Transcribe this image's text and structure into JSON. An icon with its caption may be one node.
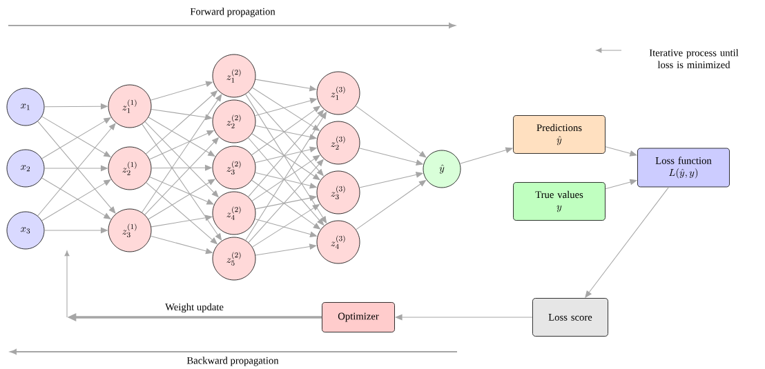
{
  "diagram": {
    "nodes": [
      {
        "text": [
          "x_1"
        ]
      },
      {
        "text": [
          "x_2"
        ]
      },
      {
        "text": [
          "x_3"
        ]
      },
      {
        "text": [
          "z_1^{(1)}"
        ]
      },
      {
        "text": [
          "z_2^{(1)}"
        ]
      },
      {
        "text": [
          "z_3^{(1)}"
        ]
      },
      {
        "text": [
          "z_1^{(2)}"
        ]
      },
      {
        "text": [
          "z_2^{(2)}"
        ]
      },
      {
        "text": [
          "z_3^{(2)}"
        ]
      },
      {
        "text": [
          "z_4^{(2)}"
        ]
      },
      {
        "text": [
          "z_5^{(2)}"
        ]
      },
      {
        "text": [
          "z_1^{(3)}"
        ]
      },
      {
        "text": [
          "z_2^{(3)}"
        ]
      },
      {
        "text": [
          "z_3^{(3)}"
        ]
      },
      {
        "text": [
          "z_4^{(3)}"
        ]
      },
      {
        "text": [
          "\\hat{y}"
        ]
      },
      {
        "text": [
          "Predictions",
          "\\hat{y}"
        ]
      },
      {
        "text": [
          "True values",
          "y"
        ]
      },
      {
        "text": [
          "Loss function",
          "L(\\hat{y}, y)"
        ]
      },
      {
        "text": [
          "Loss score"
        ]
      },
      {
        "text": [
          "Optimizer"
        ]
      }
    ],
    "edges": [
      {
        "from": 0,
        "to": 3,
        "arrow": "to"
      },
      {
        "from": 0,
        "to": 4,
        "arrow": "to"
      },
      {
        "from": 0,
        "to": 5,
        "arrow": "to"
      },
      {
        "from": 1,
        "to": 3,
        "arrow": "to"
      },
      {
        "from": 1,
        "to": 4,
        "arrow": "to"
      },
      {
        "from": 1,
        "to": 5,
        "arrow": "to"
      },
      {
        "from": 2,
        "to": 3,
        "arrow": "to"
      },
      {
        "from": 2,
        "to": 4,
        "arrow": "to"
      },
      {
        "from": 2,
        "to": 5,
        "arrow": "to"
      },
      {
        "from": 3,
        "to": 6,
        "arrow": "to"
      },
      {
        "from": 3,
        "to": 7,
        "arrow": "to"
      },
      {
        "from": 3,
        "to": 8,
        "arrow": "to"
      },
      {
        "from": 3,
        "to": 9,
        "arrow": "to"
      },
      {
        "from": 3,
        "to": 10,
        "arrow": "to"
      },
      {
        "from": 4,
        "to": 6,
        "arrow": "to"
      },
      {
        "from": 4,
        "to": 7,
        "arrow": "to"
      },
      {
        "from": 4,
        "to": 8,
        "arrow": "to"
      },
      {
        "from": 4,
        "to": 9,
        "arrow": "to"
      },
      {
        "from": 4,
        "to": 10,
        "arrow": "to"
      },
      {
        "from": 5,
        "to": 6,
        "arrow": "to"
      },
      {
        "from": 5,
        "to": 7,
        "arrow": "to"
      },
      {
        "from": 5,
        "to": 8,
        "arrow": "to"
      },
      {
        "from": 5,
        "to": 9,
        "arrow": "to"
      },
      {
        "from": 5,
        "to": 10,
        "arrow": "to"
      },
      {
        "from": 6,
        "to": 11,
        "arrow": "to"
      },
      {
        "from": 6,
        "to": 12,
        "arrow": "to"
      },
      {
        "from": 6,
        "to": 13,
        "arrow": "to"
      },
      {
        "from": 6,
        "to": 14,
        "arrow": "to"
      },
      {
        "from": 7,
        "to": 11,
        "arrow": "to"
      },
      {
        "from": 7,
        "to": 12,
        "arrow": "to"
      },
      {
        "from": 7,
        "to": 13,
        "arrow": "to"
      },
      {
        "from": 7,
        "to": 14,
        "arrow": "to"
      },
      {
        "from": 8,
        "to": 11,
        "arrow": "to"
      },
      {
        "from": 8,
        "to": 12,
        "arrow": "to"
      },
      {
        "from": 8,
        "to": 13,
        "arrow": "to"
      },
      {
        "from": 8,
        "to": 14,
        "arrow": "to"
      },
      {
        "from": 9,
        "to": 11,
        "arrow": "to"
      },
      {
        "from": 9,
        "to": 12,
        "arrow": "to"
      },
      {
        "from": 9,
        "to": 13,
        "arrow": "to"
      },
      {
        "from": 9,
        "to": 14,
        "arrow": "to"
      },
      {
        "from": 10,
        "to": 11,
        "arrow": "to"
      },
      {
        "from": 10,
        "to": 12,
        "arrow": "to"
      },
      {
        "from": 10,
        "to": 13,
        "arrow": "to"
      },
      {
        "from": 10,
        "to": 14,
        "arrow": "to"
      },
      {
        "from": 11,
        "to": 15,
        "arrow": "to"
      },
      {
        "from": 12,
        "to": 15,
        "arrow": "to"
      },
      {
        "from": 13,
        "to": 15,
        "arrow": "to"
      },
      {
        "from": 14,
        "to": 15,
        "arrow": "to"
      },
      {
        "from": 15,
        "to": 16,
        "arrow": "to"
      },
      {
        "from": 16,
        "to": 18,
        "arrow": "to"
      },
      {
        "from": 17,
        "to": 18,
        "arrow": "to"
      },
      {
        "from": 18,
        "to": 19,
        "arrow": "to"
      },
      {
        "from": 19,
        "to": 20,
        "arrow": "to"
      },
      {
        "from": 20,
        "to": null,
        "arrow": "to",
        "label": "Weight update",
        "style": "thick"
      }
    ],
    "labels": [
      "Forward propagation",
      "Iterative process until loss is minimized",
      "Backward propagation"
    ]
  }
}
